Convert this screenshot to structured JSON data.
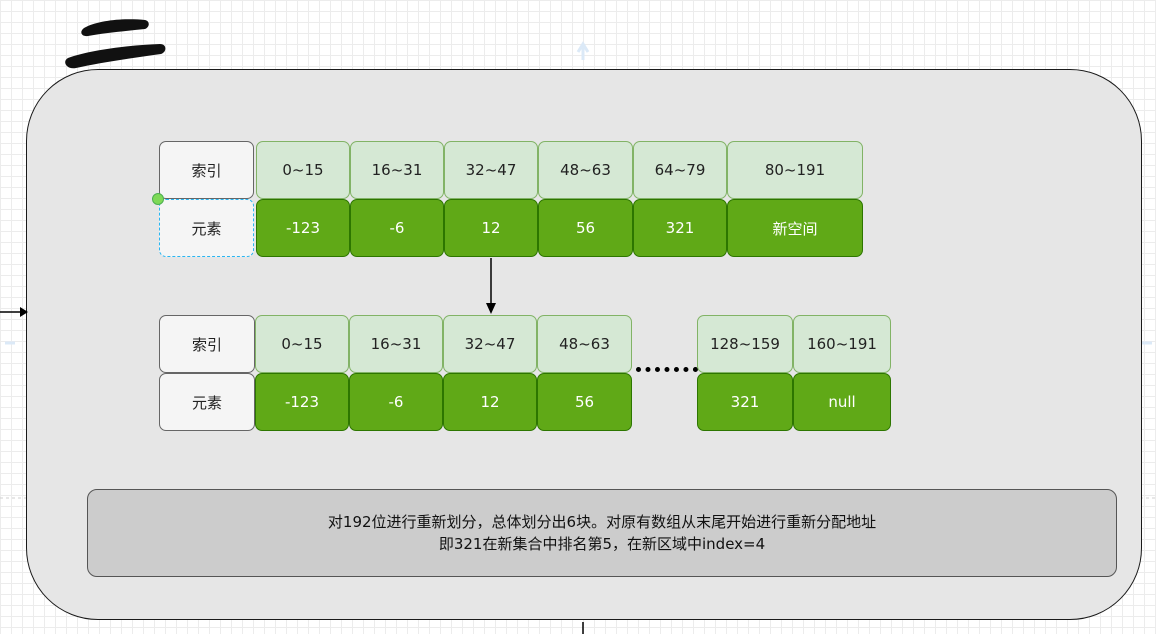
{
  "colors": {
    "container_bg": "#e6e6e6",
    "label_cell_bg": "#f5f5f5",
    "index_cell_bg": "#d5e8d4",
    "index_cell_border": "#82b366",
    "value_cell_bg": "#60a917",
    "value_cell_border": "#2d7600",
    "note_bg": "#cccccc",
    "selection": "#29b6f2"
  },
  "heading": {
    "glyph": "二"
  },
  "top_table": {
    "index_label": "索引",
    "element_label": "元素",
    "indexes": [
      "0~15",
      "16~31",
      "32~47",
      "48~63",
      "64~79",
      "80~191"
    ],
    "values": [
      "-123",
      "-6",
      "12",
      "56",
      "321",
      "新空间"
    ]
  },
  "bottom_table": {
    "index_label": "索引",
    "element_label": "元素",
    "indexes_left": [
      "0~15",
      "16~31",
      "32~47",
      "48~63"
    ],
    "values_left": [
      "-123",
      "-6",
      "12",
      "56"
    ],
    "indexes_right": [
      "128~159",
      "160~191"
    ],
    "values_right": [
      "321",
      "null"
    ]
  },
  "note": {
    "line1": "对192位进行重新划分，总体划分出6块。对原有数组从末尾开始进行重新分配地址",
    "line2": "即321在新集合中排名第5，在新区域中index=4"
  }
}
